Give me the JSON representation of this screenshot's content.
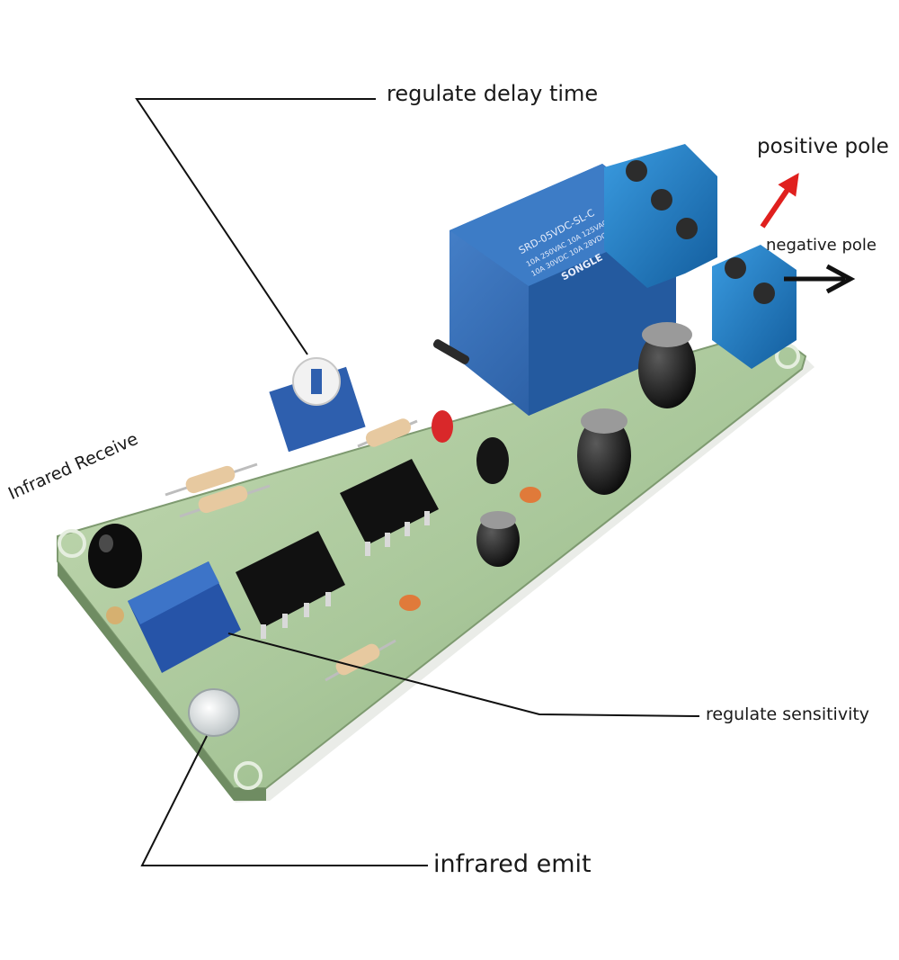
{
  "labels": {
    "regulate_delay_time": "regulate delay time",
    "positive_pole": "positive pole",
    "negative_pole": "negative pole",
    "infrared_receive": "Infrared Receive",
    "regulate_sensitivity": "regulate sensitivity",
    "infrared_emit": "infrared emit"
  },
  "relay": {
    "line1": "SRD-05VDC-SL-C",
    "line2": "10A 250VAC 10A 125VAC",
    "line3": "10A 30VDC 10A 28VDC",
    "brand": "SONGLE"
  },
  "colors": {
    "board": "#a9c79a",
    "relay": "#2f6cb6",
    "terminal": "#1f7fcb",
    "positive_arrow": "#e0201e",
    "negative_arrow": "#111111",
    "leader_line": "#111111"
  }
}
